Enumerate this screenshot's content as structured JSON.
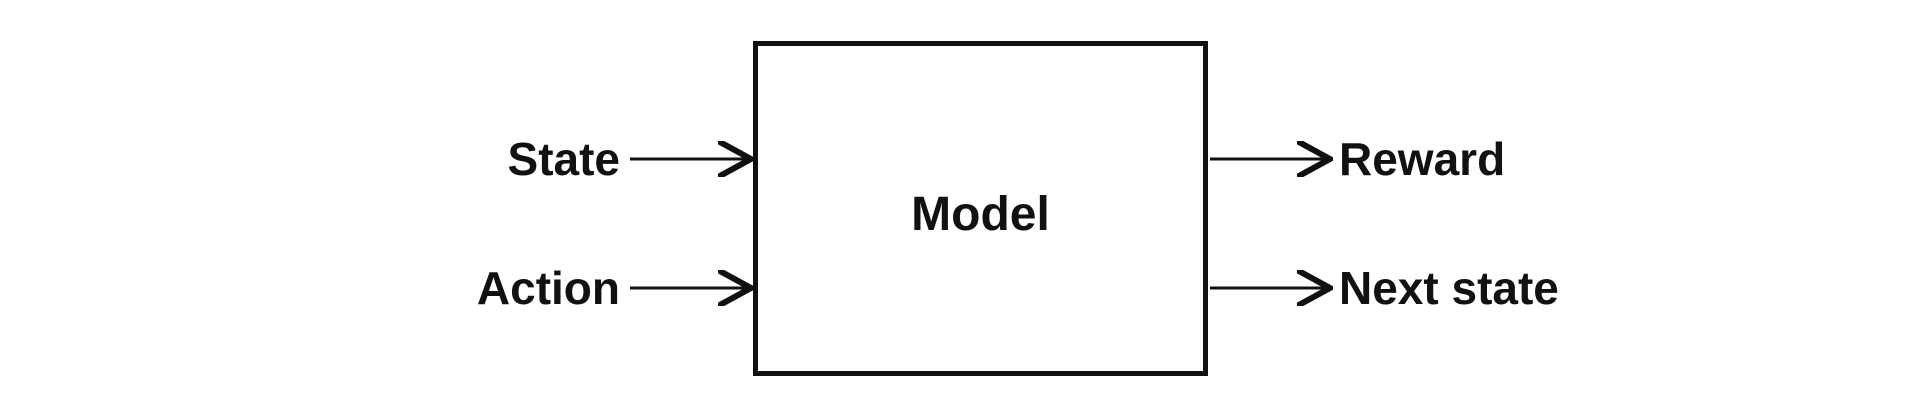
{
  "diagram": {
    "center": {
      "label": "Model"
    },
    "inputs": [
      {
        "label": "State"
      },
      {
        "label": "Action"
      }
    ],
    "outputs": [
      {
        "label": "Reward"
      },
      {
        "label": "Next state"
      }
    ]
  },
  "colors": {
    "stroke": "#111111",
    "text": "#111111",
    "background": "#ffffff"
  }
}
